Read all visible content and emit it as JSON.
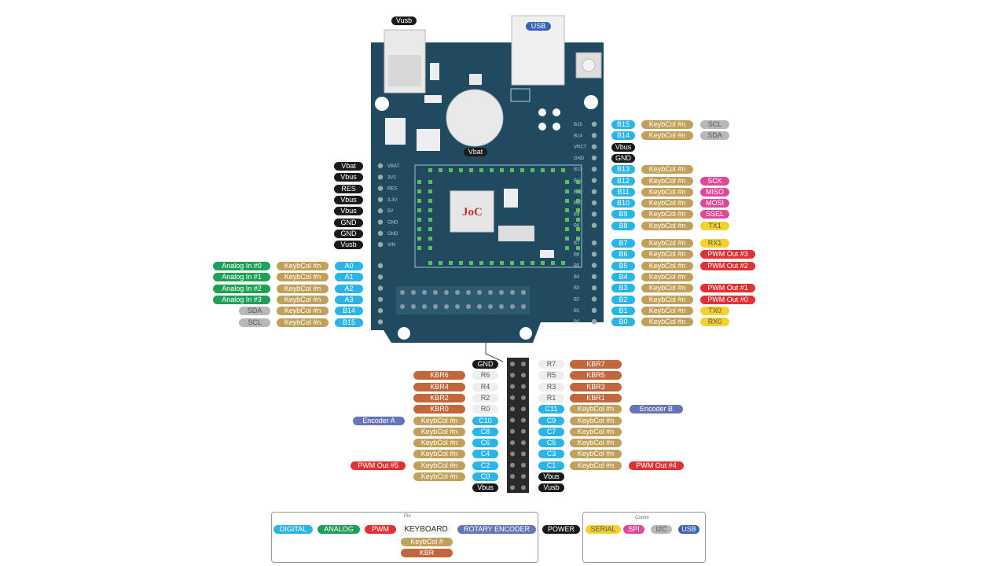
{
  "colors": {
    "digital": "#29b5e8",
    "analog": "#1fa056",
    "pwm": "#e03232",
    "kbd_col": "#c2a05a",
    "kbr": "#c4663c",
    "rotary": "#6874b8",
    "power": "#1a1a1a",
    "serial": "#f2d22e",
    "spi": "#e2489a",
    "i2c": "#b8b8b8",
    "usb": "#3b63b4",
    "board": "#1f4a60",
    "row_label": "#eeeeee"
  },
  "board": {
    "logo": "JoC",
    "vusb_label": "Vusb",
    "usb_label": "USB",
    "vbat_label": "Vbat",
    "edge_right": [
      "B15",
      "B14",
      "VRCT",
      "GND",
      "B13",
      "B12",
      "B11",
      "B10",
      "B9",
      "B8",
      "",
      "B7",
      "B6",
      "B5",
      "B4",
      "B3",
      "B2",
      "B1",
      "B0"
    ],
    "edge_left": [
      "VBAT",
      "3V3",
      "RES",
      "3.3V",
      "5V",
      "GND",
      "GND",
      "VIN"
    ]
  },
  "pins_left_power": [
    "Vbat",
    "Vbus",
    "RES",
    "Vbus",
    "Vbus",
    "GND",
    "GND",
    "Vusb"
  ],
  "pins_left_analog": [
    {
      "func": "Analog In #0",
      "col": "KeybCol #n",
      "pin": "A0",
      "func_color": "analog"
    },
    {
      "func": "Analog In #1",
      "col": "KeybCol #n",
      "pin": "A1",
      "func_color": "analog"
    },
    {
      "func": "Analog In #2",
      "col": "KeybCol #n",
      "pin": "A2",
      "func_color": "analog"
    },
    {
      "func": "Analog In #3",
      "col": "KeybCol #n",
      "pin": "A3",
      "func_color": "analog"
    },
    {
      "func": "SDA",
      "col": "KeybCol #n",
      "pin": "B14",
      "func_color": "i2c"
    },
    {
      "func": "SCL",
      "col": "KeybCol #n",
      "pin": "B15",
      "func_color": "i2c"
    }
  ],
  "pins_right_top": [
    {
      "pin": "B15",
      "col": "KeybCol #n",
      "func": "",
      "extra": "SCL",
      "extra_color": "i2c",
      "pin_color": "digital"
    },
    {
      "pin": "B14",
      "col": "KeybCol #n",
      "func": "",
      "extra": "SDA",
      "extra_color": "i2c",
      "pin_color": "digital"
    },
    {
      "pin": "Vbus",
      "col": "",
      "func": "",
      "extra": "",
      "extra_color": "",
      "pin_color": "power"
    },
    {
      "pin": "GND",
      "col": "",
      "func": "",
      "extra": "",
      "extra_color": "",
      "pin_color": "power"
    },
    {
      "pin": "B13",
      "col": "KeybCol #n",
      "func": "",
      "extra": "",
      "extra_color": "",
      "pin_color": "digital"
    },
    {
      "pin": "B12",
      "col": "KeybCol #n",
      "func": "SCK",
      "extra": "",
      "extra_color": "spi",
      "pin_color": "digital"
    },
    {
      "pin": "B11",
      "col": "KeybCol #n",
      "func": "MISO",
      "extra": "",
      "extra_color": "spi",
      "pin_color": "digital"
    },
    {
      "pin": "B10",
      "col": "KeybCol #n",
      "func": "MOSI",
      "extra": "",
      "extra_color": "spi",
      "pin_color": "digital"
    },
    {
      "pin": "B9",
      "col": "KeybCol #n",
      "func": "SSEL",
      "extra": "",
      "extra_color": "spi",
      "pin_color": "digital"
    },
    {
      "pin": "B8",
      "col": "KeybCol #n",
      "func": "TX1",
      "extra": "",
      "extra_color": "serial",
      "pin_color": "digital"
    }
  ],
  "pins_right_bottom": [
    {
      "pin": "B7",
      "col": "KeybCol #n",
      "func": "RX1",
      "func_color": "serial"
    },
    {
      "pin": "B6",
      "col": "KeybCol #n",
      "func": "PWM Out #3",
      "func_color": "pwm"
    },
    {
      "pin": "B5",
      "col": "KeybCol #n",
      "func": "PWM Out #2",
      "func_color": "pwm"
    },
    {
      "pin": "B4",
      "col": "KeybCol #n",
      "func": "",
      "func_color": ""
    },
    {
      "pin": "B3",
      "col": "KeybCol #n",
      "func": "PWM Out #1",
      "func_color": "pwm"
    },
    {
      "pin": "B2",
      "col": "KeybCol #n",
      "func": "PWM Out #0",
      "func_color": "pwm"
    },
    {
      "pin": "B1",
      "col": "KeybCol #n",
      "func": "TX0",
      "func_color": "serial"
    },
    {
      "pin": "B0",
      "col": "KeybCol #n",
      "func": "RX0",
      "func_color": "serial"
    }
  ],
  "header_left": [
    {
      "pin": "GND",
      "pin_color": "power",
      "col": "",
      "func": ""
    },
    {
      "pin": "R6",
      "pin_color": "row",
      "col": "KBR6",
      "col_color": "kbr",
      "func": ""
    },
    {
      "pin": "R4",
      "pin_color": "row",
      "col": "KBR4",
      "col_color": "kbr",
      "func": ""
    },
    {
      "pin": "R2",
      "pin_color": "row",
      "col": "KBR2",
      "col_color": "kbr",
      "func": ""
    },
    {
      "pin": "R0",
      "pin_color": "row",
      "col": "KBR0",
      "col_color": "kbr",
      "func": ""
    },
    {
      "pin": "C10",
      "pin_color": "digital",
      "col": "KeybCol #n",
      "col_color": "kbd_col",
      "func": "Encoder A",
      "func_color": "rotary"
    },
    {
      "pin": "C8",
      "pin_color": "digital",
      "col": "KeybCol #n",
      "col_color": "kbd_col",
      "func": ""
    },
    {
      "pin": "C6",
      "pin_color": "digital",
      "col": "KeybCol #n",
      "col_color": "kbd_col",
      "func": ""
    },
    {
      "pin": "C4",
      "pin_color": "digital",
      "col": "KeybCol #n",
      "col_color": "kbd_col",
      "func": ""
    },
    {
      "pin": "C2",
      "pin_color": "digital",
      "col": "KeybCol #n",
      "col_color": "kbd_col",
      "func": "PWM Out #5",
      "func_color": "pwm"
    },
    {
      "pin": "C0",
      "pin_color": "digital",
      "col": "KeybCol #n",
      "col_color": "kbd_col",
      "func": ""
    },
    {
      "pin": "Vbus",
      "pin_color": "power",
      "col": "",
      "func": ""
    }
  ],
  "header_right": [
    {
      "pin": "R7",
      "pin_color": "row",
      "col": "KBR7",
      "col_color": "kbr",
      "func": ""
    },
    {
      "pin": "R5",
      "pin_color": "row",
      "col": "KBR5",
      "col_color": "kbr",
      "func": ""
    },
    {
      "pin": "R3",
      "pin_color": "row",
      "col": "KBR3",
      "col_color": "kbr",
      "func": ""
    },
    {
      "pin": "R1",
      "pin_color": "row",
      "col": "KBR1",
      "col_color": "kbr",
      "func": ""
    },
    {
      "pin": "C11",
      "pin_color": "digital",
      "col": "KeybCol #n",
      "col_color": "kbd_col",
      "func": "Encoder B",
      "func_color": "rotary"
    },
    {
      "pin": "C9",
      "pin_color": "digital",
      "col": "KeybCol #n",
      "col_color": "kbd_col",
      "func": ""
    },
    {
      "pin": "C7",
      "pin_color": "digital",
      "col": "KeybCol #n",
      "col_color": "kbd_col",
      "func": ""
    },
    {
      "pin": "C5",
      "pin_color": "digital",
      "col": "KeybCol #n",
      "col_color": "kbd_col",
      "func": ""
    },
    {
      "pin": "C3",
      "pin_color": "digital",
      "col": "KeybCol #n",
      "col_color": "kbd_col",
      "func": ""
    },
    {
      "pin": "C1",
      "pin_color": "digital",
      "col": "KeybCol #n",
      "col_color": "kbd_col",
      "func": "PWM Out #4",
      "func_color": "pwm"
    },
    {
      "pin": "Vbus",
      "pin_color": "power",
      "col": "",
      "func": ""
    },
    {
      "pin": "Vusb",
      "pin_color": "power",
      "col": "",
      "func": ""
    }
  ],
  "legend": {
    "left_title": "Pin",
    "right_title": "Comm",
    "items": [
      {
        "label": "DIGITAL",
        "color": "digital"
      },
      {
        "label": "ANALOG",
        "color": "analog"
      },
      {
        "label": "PWM",
        "color": "pwm"
      },
      {
        "label": "KEYBOARD",
        "color": "none"
      },
      {
        "label": "ROTARY ENCODER",
        "color": "rotary"
      },
      {
        "label": "POWER",
        "color": "power"
      },
      {
        "label": "SERIAL",
        "color": "serial"
      },
      {
        "label": "SPI",
        "color": "spi"
      },
      {
        "label": "I2C",
        "color": "i2c"
      },
      {
        "label": "USB",
        "color": "usb"
      }
    ],
    "keyboard_sub": [
      {
        "label": "KeybCol #",
        "color": "kbd_col"
      },
      {
        "label": "KBR",
        "color": "kbr"
      }
    ]
  }
}
